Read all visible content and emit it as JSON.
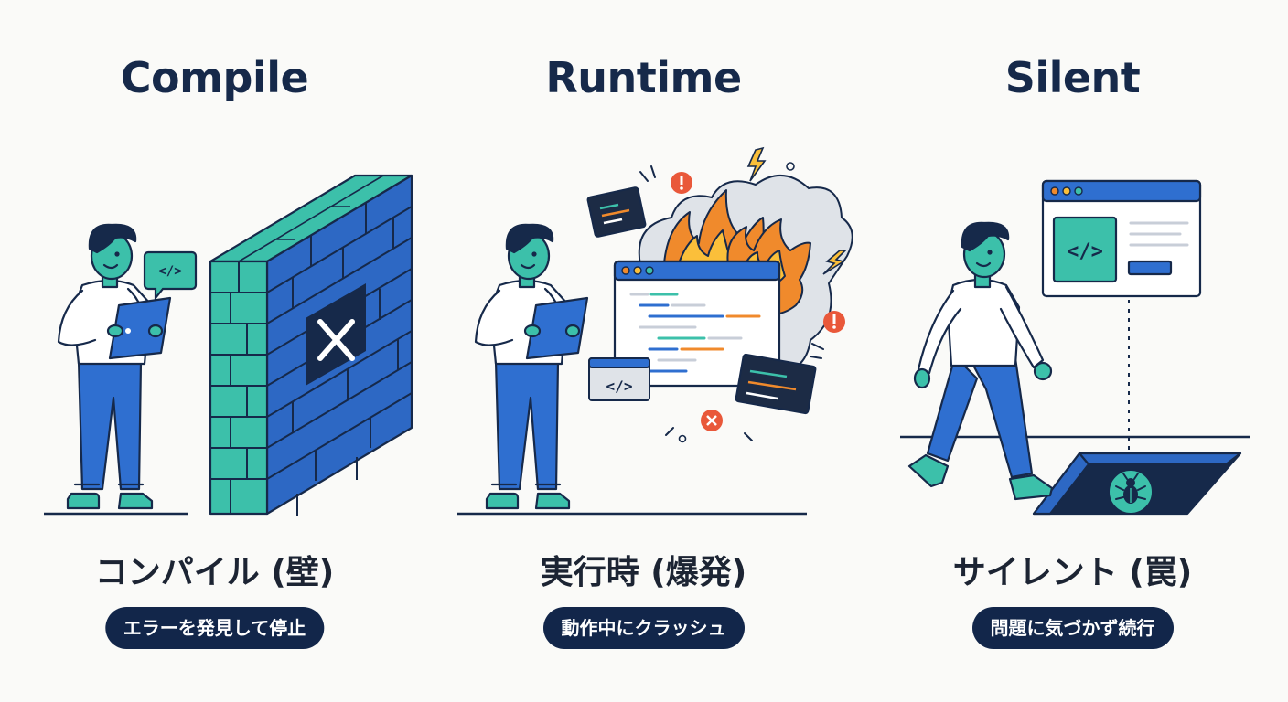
{
  "panels": [
    {
      "title": "Compile",
      "label": "コンパイル (壁)",
      "caption": "エラーを発見して停止",
      "icon": "brick-wall-icon"
    },
    {
      "title": "Runtime",
      "label": "実行時 (爆発)",
      "caption": "動作中にクラッシュ",
      "icon": "explosion-icon"
    },
    {
      "title": "Silent",
      "label": "サイレント (罠)",
      "caption": "問題に気づかず続行",
      "icon": "trap-icon"
    }
  ],
  "colors": {
    "navy": "#16294a",
    "blue": "#2f6fd0",
    "teal": "#35b6a2",
    "orange": "#f07a2a",
    "red": "#e9583a"
  },
  "code_glyph": "</>"
}
